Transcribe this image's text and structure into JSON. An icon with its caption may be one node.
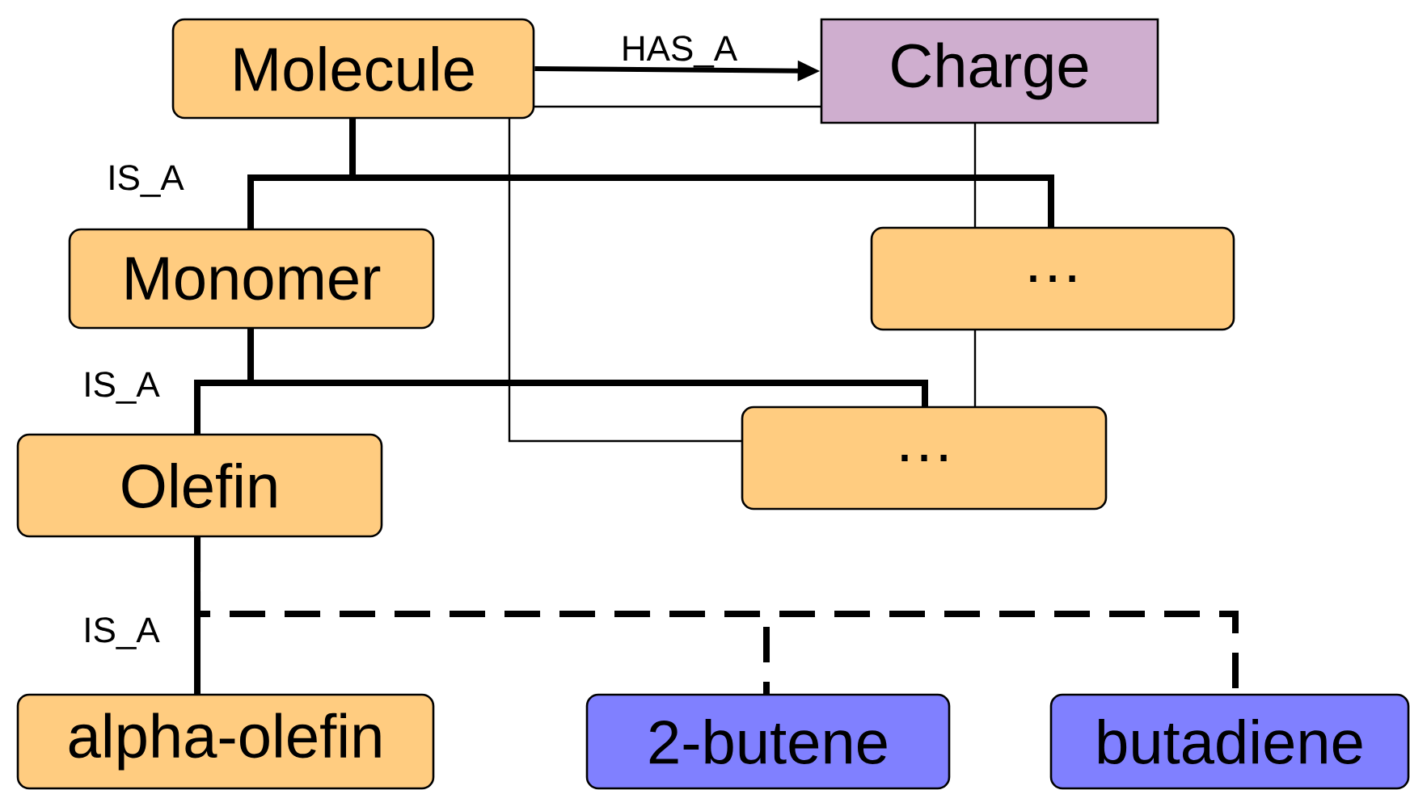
{
  "diagram": {
    "nodes": [
      {
        "text": [
          "Molecule"
        ]
      },
      {
        "text": [
          "Charge"
        ]
      },
      {
        "text": [
          "Monomer"
        ]
      },
      {
        "text": [
          "…"
        ]
      },
      {
        "text": [
          "Olefin"
        ]
      },
      {
        "text": [
          "…"
        ]
      },
      {
        "text": [
          "alpha-olefin"
        ]
      },
      {
        "text": [
          "2-butene"
        ]
      },
      {
        "text": [
          "butadiene"
        ]
      }
    ],
    "edges": [
      {
        "from": 0,
        "to": 1,
        "arrow": "to",
        "label": "HAS_A"
      },
      {
        "from": 0,
        "to": 2,
        "arrow": "none"
      },
      {
        "from": 0,
        "to": 3,
        "arrow": "none"
      },
      {
        "from": 2,
        "to": 4,
        "arrow": "none"
      },
      {
        "from": 2,
        "to": 5,
        "arrow": "none"
      },
      {
        "from": 4,
        "to": 6,
        "arrow": "none"
      },
      {
        "from": 4,
        "to": 7,
        "arrow": "none",
        "style": "dashed"
      },
      {
        "from": 4,
        "to": 8,
        "arrow": "none",
        "style": "dashed"
      }
    ],
    "labels": [
      "IS_A",
      "IS_A",
      "IS_A"
    ]
  }
}
